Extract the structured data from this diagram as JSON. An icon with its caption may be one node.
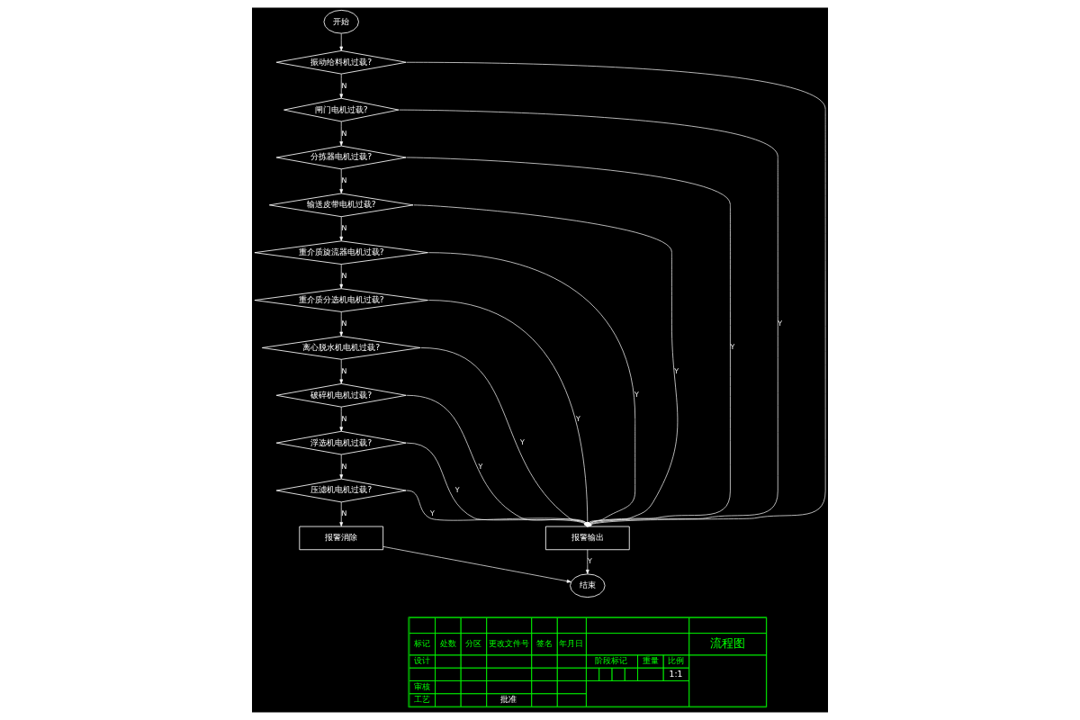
{
  "diagram": {
    "nodes": [
      {
        "text": [
          "开始"
        ]
      },
      {
        "text": [
          "振动给料机过载?"
        ]
      },
      {
        "text": [
          "闸门电机过载?"
        ]
      },
      {
        "text": [
          "分拣器电机过载?"
        ]
      },
      {
        "text": [
          "输送皮带电机过载?"
        ]
      },
      {
        "text": [
          "重介质旋流器电机过载?"
        ]
      },
      {
        "text": [
          "重介质分选机电机过载?"
        ]
      },
      {
        "text": [
          "离心脱水机电机过载?"
        ]
      },
      {
        "text": [
          "破碎机电机过载?"
        ]
      },
      {
        "text": [
          "浮选机电机过载?"
        ]
      },
      {
        "text": [
          "压滤机电机过载?"
        ]
      },
      {
        "text": [
          "报警消除"
        ]
      },
      {
        "text": [
          "报警输出"
        ]
      },
      {
        "text": [
          "结束"
        ]
      }
    ],
    "edges": [
      {
        "from": 0,
        "to": 1,
        "arrow": "to"
      },
      {
        "from": 1,
        "to": 2,
        "arrow": "to",
        "label": "N"
      },
      {
        "from": 2,
        "to": 3,
        "arrow": "to",
        "label": "N"
      },
      {
        "from": 3,
        "to": 4,
        "arrow": "to",
        "label": "N"
      },
      {
        "from": 4,
        "to": 5,
        "arrow": "to",
        "label": "N"
      },
      {
        "from": 5,
        "to": 6,
        "arrow": "to",
        "label": "N"
      },
      {
        "from": 6,
        "to": 7,
        "arrow": "to",
        "label": "N"
      },
      {
        "from": 7,
        "to": 8,
        "arrow": "to",
        "label": "N"
      },
      {
        "from": 8,
        "to": 9,
        "arrow": "to",
        "label": "N"
      },
      {
        "from": 9,
        "to": 10,
        "arrow": "to",
        "label": "N"
      },
      {
        "from": 10,
        "to": 11,
        "arrow": "to",
        "label": "N"
      },
      {
        "from": 1,
        "to": 12,
        "arrow": "to"
      },
      {
        "from": 2,
        "to": 12,
        "arrow": "to",
        "label": "Y"
      },
      {
        "from": 3,
        "to": 12,
        "arrow": "to",
        "label": "Y"
      },
      {
        "from": 4,
        "to": 12,
        "arrow": "to",
        "label": "Y"
      },
      {
        "from": 5,
        "to": 12,
        "arrow": "to",
        "label": "Y"
      },
      {
        "from": 6,
        "to": 12,
        "arrow": "to",
        "label": "Y"
      },
      {
        "from": 7,
        "to": 12,
        "arrow": "to",
        "label": "Y"
      },
      {
        "from": 8,
        "to": 12,
        "arrow": "to",
        "label": "Y"
      },
      {
        "from": 9,
        "to": 12,
        "arrow": "to",
        "label": "Y"
      },
      {
        "from": 10,
        "to": 12,
        "arrow": "to",
        "label": "Y"
      },
      {
        "from": 11,
        "to": 13,
        "arrow": "to"
      },
      {
        "from": 12,
        "to": 13,
        "arrow": "to",
        "label": "Y"
      }
    ],
    "labels": [
      "标记",
      "处数",
      "分区",
      "更改文件号",
      "签名",
      "年月日",
      "流程图",
      "设计",
      "阶段标记",
      "重量",
      "比例",
      "1:1",
      "审核",
      "工艺",
      "批准"
    ]
  }
}
